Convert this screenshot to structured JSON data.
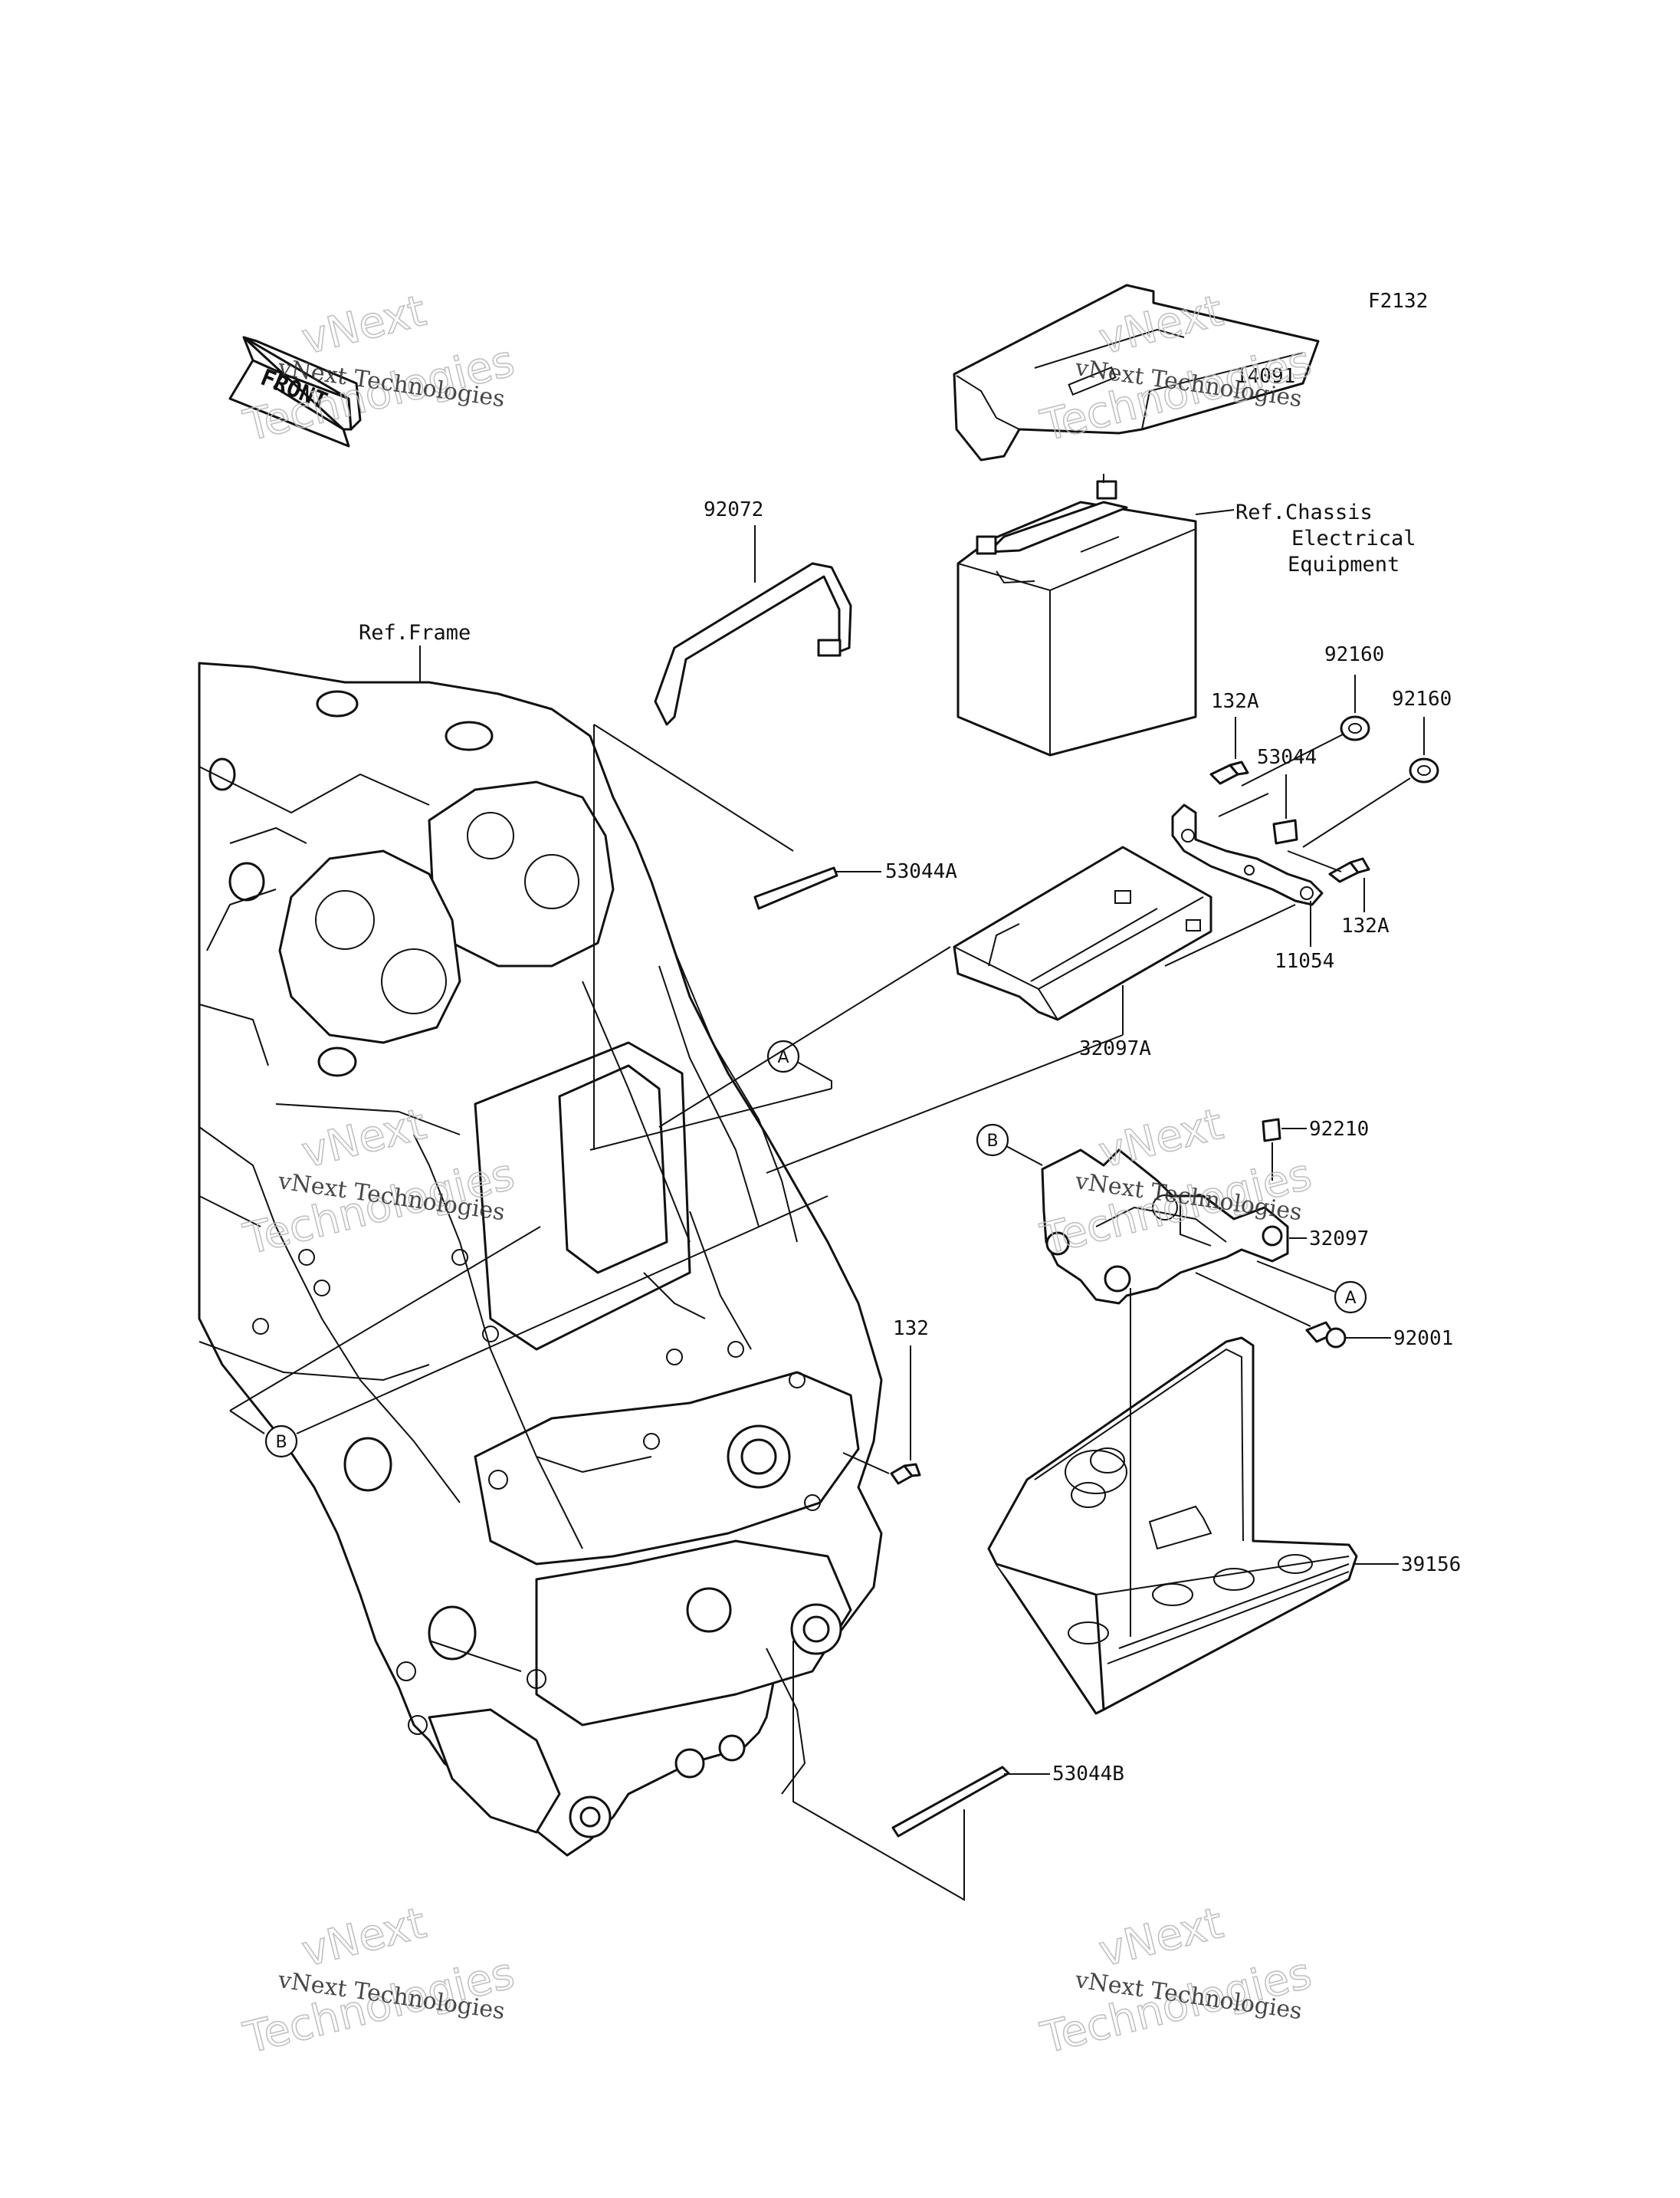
{
  "diagram_code": "F2132",
  "front_label": "FRONT",
  "refs": {
    "frame": "Ref.Frame",
    "chassis_line1": "Ref.Chassis",
    "chassis_line2": "Electrical",
    "chassis_line3": "Equipment"
  },
  "parts": {
    "p14091": "14091",
    "p92072": "92072",
    "p53044A": "53044A",
    "p92160a": "92160",
    "p92160b": "92160",
    "p132A_top": "132A",
    "p53044": "53044",
    "p132A_bot": "132A",
    "p11054": "11054",
    "p32097A": "32097A",
    "p92210": "92210",
    "p32097": "32097",
    "p92001": "92001",
    "p132": "132",
    "p39156": "39156",
    "p53044B": "53044B"
  },
  "markers": {
    "a": "A",
    "b": "B"
  },
  "watermark": {
    "line1": "vNext Technologies",
    "line2": "vNext",
    "line3": "Technologies"
  }
}
